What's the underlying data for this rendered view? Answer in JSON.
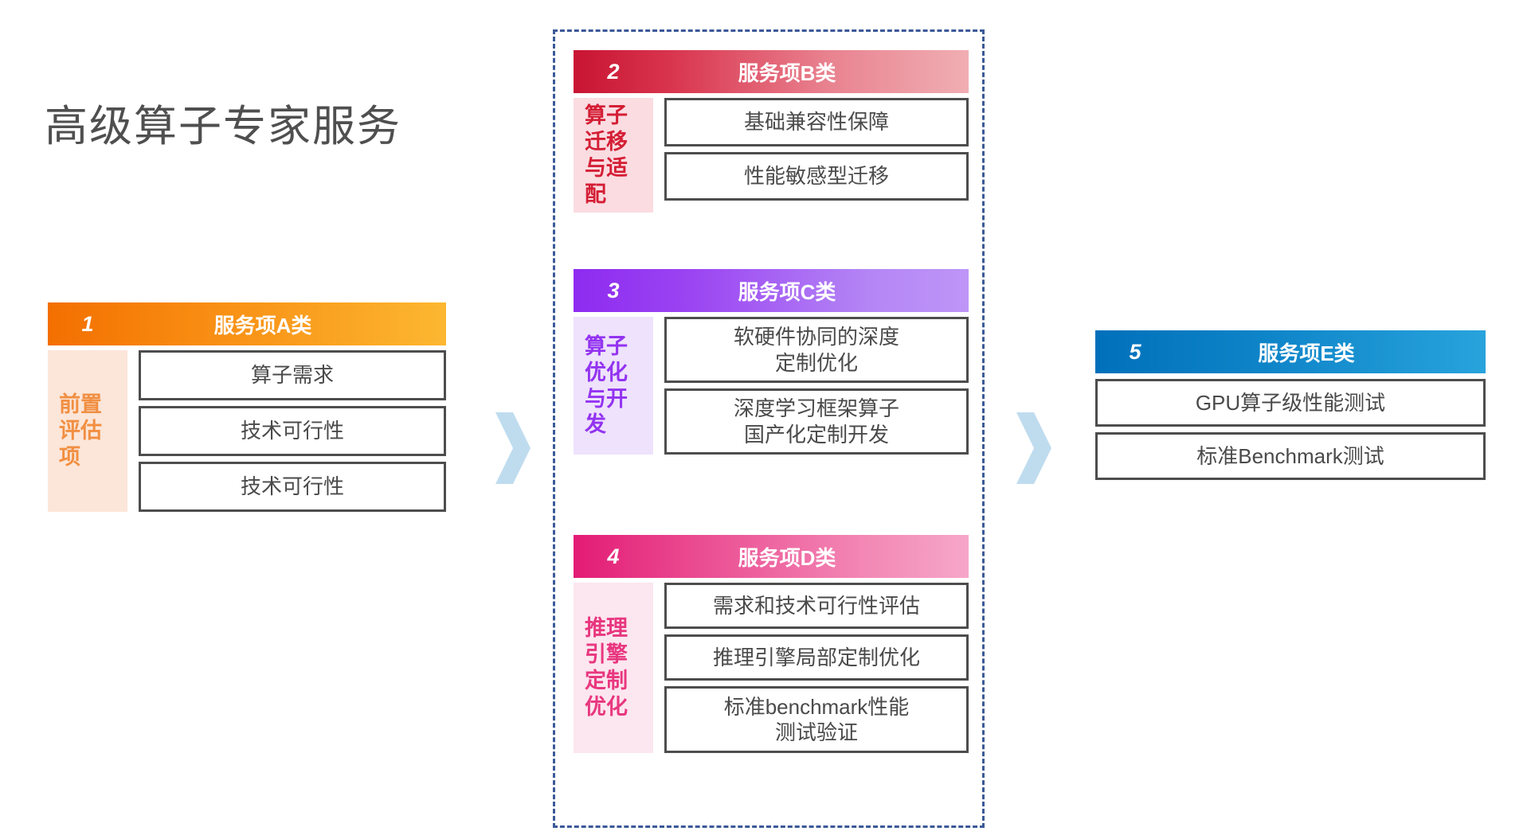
{
  "page": {
    "title": "高级算子专家服务",
    "background": "#ffffff"
  },
  "colors": {
    "box_border": "#4d4d4d",
    "box_text": "#4a4a4a",
    "dashed_border": "#3B5998",
    "chevron": "#BFDCEF",
    "title_text": "#4f4f4f"
  },
  "groups": [
    {
      "id": "a",
      "index": "1",
      "title": "服务项A类",
      "label": "前置评估项",
      "accent": "#F36F00",
      "accent_end": "#FCB731",
      "label_bg": "#FCE6D9",
      "label_color": "#F18F42",
      "items": [
        {
          "text": "算子需求"
        },
        {
          "text": "技术可行性"
        },
        {
          "text": "技术可行性"
        }
      ]
    },
    {
      "id": "b",
      "index": "2",
      "title": "服务项B类",
      "label": "算子迁移与适配",
      "accent": "#C81432",
      "accent_end": "#F0AEB3",
      "label_bg": "#FADCE1",
      "label_color": "#D41E35",
      "items": [
        {
          "text": "基础兼容性保障"
        },
        {
          "text": "性能敏感型迁移"
        }
      ]
    },
    {
      "id": "c",
      "index": "3",
      "title": "服务项C类",
      "label": "算子优化与开发",
      "accent": "#8E2BF0",
      "accent_end": "#BE95F7",
      "label_bg": "#EEE2FC",
      "label_color": "#9333F0",
      "items": [
        {
          "line1": "软硬件协同的深度",
          "line2": "定制优化"
        },
        {
          "line1": "深度学习框架算子",
          "line2": "国产化定制开发"
        }
      ]
    },
    {
      "id": "d",
      "index": "4",
      "title": "服务项D类",
      "label": "推理引擎定制优化",
      "accent": "#E31B75",
      "accent_end": "#F6A7C9",
      "label_bg": "#FCE6EF",
      "label_color": "#E8377F",
      "items": [
        {
          "text": "需求和技术可行性评估"
        },
        {
          "text": "推理引擎局部定制优化"
        },
        {
          "line1": "标准benchmark性能",
          "line2": "测试验证"
        }
      ]
    },
    {
      "id": "e",
      "index": "5",
      "title": "服务项E类",
      "label": "",
      "accent": "#0070BA",
      "accent_end": "#28A3DC",
      "label_bg": "",
      "label_color": "",
      "items": [
        {
          "text": "GPU算子级性能测试"
        },
        {
          "text": "标准Benchmark测试"
        }
      ]
    }
  ],
  "connectors": [
    {
      "icon": "chevron-right-icon",
      "between": "a-b"
    },
    {
      "icon": "chevron-right-icon",
      "between": "d-e"
    }
  ]
}
